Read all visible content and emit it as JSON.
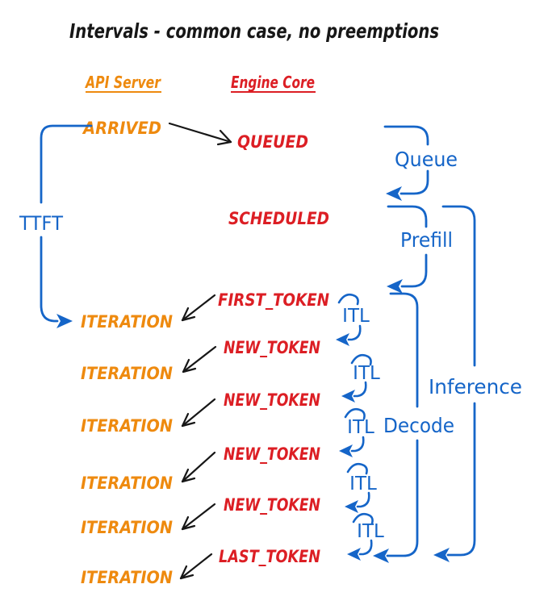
{
  "title": "Intervals - common case, no preemptions",
  "columns": {
    "api_server": "API Server",
    "engine_core": "Engine Core"
  },
  "api_events": {
    "arrived": "ARRIVED",
    "iterations": [
      "ITERATION",
      "ITERATION",
      "ITERATION",
      "ITERATION",
      "ITERATION",
      "ITERATION"
    ]
  },
  "engine_events": {
    "queued": "QUEUED",
    "scheduled": "SCHEDULED",
    "first_token": "FIRST_TOKEN",
    "new_tokens": [
      "NEW_TOKEN",
      "NEW_TOKEN",
      "NEW_TOKEN",
      "NEW_TOKEN"
    ],
    "last_token": "LAST_TOKEN"
  },
  "intervals": {
    "ttft": "TTFT",
    "queue": "Queue",
    "prefill": "Prefill",
    "decode": "Decode",
    "inference": "Inference",
    "itl_labels": [
      "ITL",
      "ITL",
      "ITL",
      "ITL",
      "ITL"
    ]
  },
  "colors": {
    "api": "#ee8a0f",
    "engine": "#dc1e24",
    "interval": "#1565c8",
    "ink": "#171717",
    "bg": "#ffffff"
  }
}
